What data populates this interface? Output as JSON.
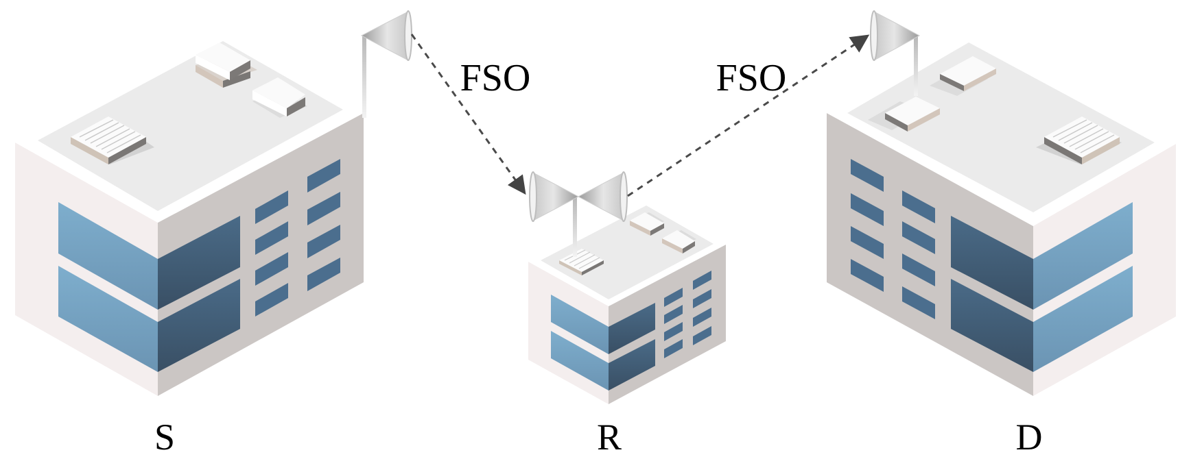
{
  "nodes": {
    "source": {
      "label": "S"
    },
    "relay": {
      "label": "R"
    },
    "destination": {
      "label": "D"
    }
  },
  "links": [
    {
      "label": "FSO",
      "from": "S",
      "to": "R"
    },
    {
      "label": "FSO",
      "from": "R",
      "to": "D"
    }
  ],
  "colors": {
    "roof": "#ebebeb",
    "wall_light": "#f5efef",
    "wall_side": "#cbc5c3",
    "glass_light": "#76a5c6",
    "glass_dark": "#3e5870",
    "window": "#4d7090",
    "link": "#555555"
  }
}
